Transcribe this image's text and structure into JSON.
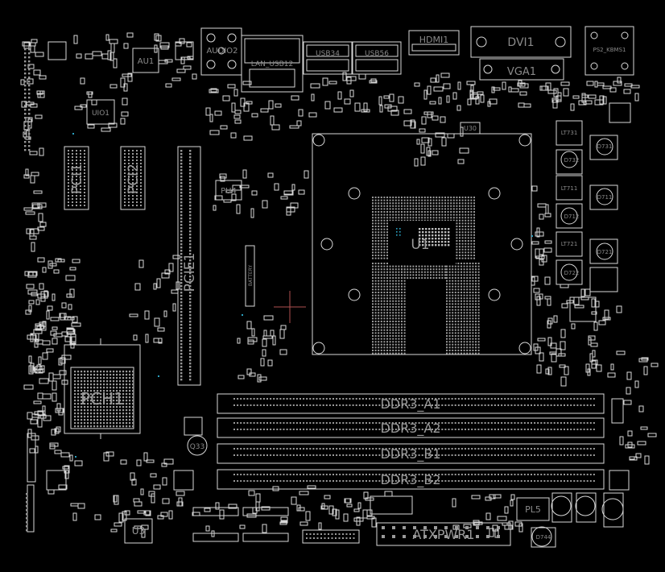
{
  "board": {
    "colors": {
      "background": "#000000",
      "silkscreen": "#d8d8d8",
      "label": "#8a8a8a",
      "cursor": "#b05050",
      "via": "#2aa0c0"
    }
  },
  "labels": {
    "au1": "AU1",
    "audio2": "AUDIO2",
    "lan": "LAN_USB12",
    "usb34": "USB34",
    "usb56": "USB56",
    "hdmi": "HDMI1",
    "dvi": "DVI1",
    "vga": "VGA1",
    "ps2": "PS2_KBMS1",
    "uio1": "UIO1",
    "pci1": "PCI1",
    "pci2": "PCI2",
    "pcie1": "PCIE1",
    "pu4": "PU4",
    "u30": "U30",
    "u1": "U1",
    "battery": "BATTERY",
    "pch1": "PCH1",
    "q33": "Q33",
    "u3": "U3",
    "lt731": "LT731",
    "d731": "D731",
    "d732": "D732",
    "lt711": "LT711",
    "d711": "D711",
    "d712": "D712",
    "lt721": "LT721",
    "d721": "D721",
    "d722": "D722",
    "ddr_a1": "DDR3_A1",
    "ddr_a2": "DDR3_A2",
    "ddr_b1": "DDR3_B1",
    "ddr_b2": "DDR3_B2",
    "atxpwr": "ATXPWR1",
    "pl5": "PL5",
    "d744": "D744"
  }
}
